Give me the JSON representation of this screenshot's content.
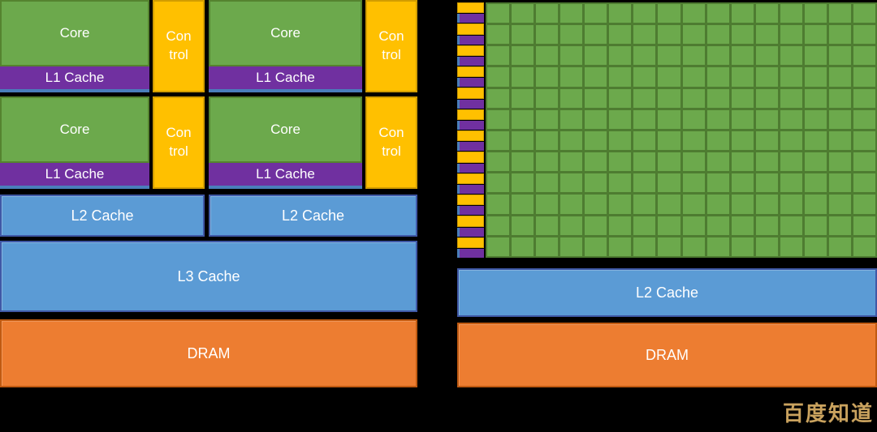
{
  "cpu": {
    "core_label": "Core",
    "control_line1": "Con",
    "control_line2": "trol",
    "l1_label": "L1 Cache",
    "l2_label": "L2 Cache",
    "l3_label": "L3 Cache",
    "dram_label": "DRAM"
  },
  "gpu": {
    "grid_rows": 12,
    "grid_cols": 16,
    "stripe_pairs": 12,
    "l2_label": "L2 Cache",
    "dram_label": "DRAM"
  },
  "watermark": {
    "text": "百度知道"
  },
  "colors": {
    "bg": "#000000",
    "core_green": "#6CA94C",
    "core_green_border": "#55832F",
    "grid_line_green": "#4E7C31",
    "control_gold": "#FFC000",
    "control_gold_border": "#D29D00",
    "l1_purple": "#7030A0",
    "cache_blue": "#5B9BD5",
    "cache_blue_border": "#3F58A6",
    "dram_orange": "#ED7D31",
    "dram_orange_border": "#C05A11",
    "bus_blue": "#4A7EBB",
    "watermark_gold": "#C9A25E",
    "text_white": "#FFFFFF"
  }
}
